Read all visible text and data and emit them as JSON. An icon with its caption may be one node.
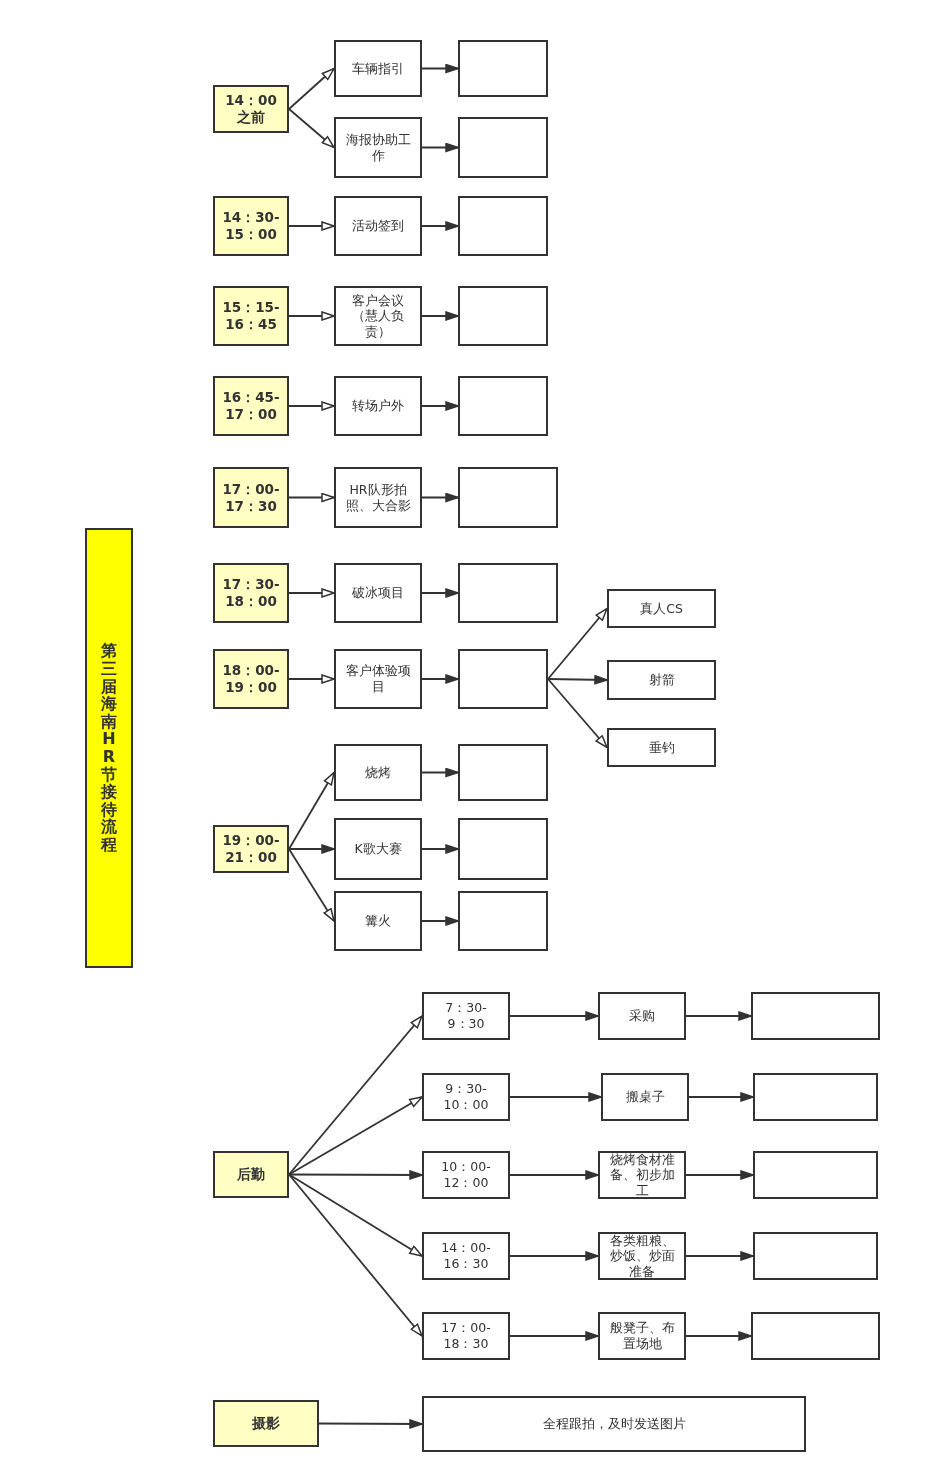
{
  "diagram": {
    "nodes": [
      {
        "text": [
          "第三届海南HR节接待流程"
        ]
      },
      {
        "text": [
          "14：00之前"
        ]
      },
      {
        "text": [
          "车辆指引"
        ]
      },
      {
        "text": [],
        "shape": "box"
      },
      {
        "text": [
          "海报协助工作"
        ]
      },
      {
        "text": [],
        "shape": "box"
      },
      {
        "text": [
          "14：30-15：00"
        ]
      },
      {
        "text": [
          "活动签到"
        ]
      },
      {
        "text": [],
        "shape": "box"
      },
      {
        "text": [
          "15：15-16：45"
        ]
      },
      {
        "text": [
          "客户会议（慧人负责）"
        ]
      },
      {
        "text": [],
        "shape": "box"
      },
      {
        "text": [
          "16：45-17：00"
        ]
      },
      {
        "text": [
          "转场户外"
        ]
      },
      {
        "text": [],
        "shape": "box"
      },
      {
        "text": [
          "17：00-17：30"
        ]
      },
      {
        "text": [
          "HR队形拍照、大合影"
        ]
      },
      {
        "text": [],
        "shape": "box"
      },
      {
        "text": [
          "17：30-18：00"
        ]
      },
      {
        "text": [
          "破冰项目"
        ]
      },
      {
        "text": [],
        "shape": "box"
      },
      {
        "text": [
          "真人CS"
        ]
      },
      {
        "text": [
          "18：00-19：00"
        ]
      },
      {
        "text": [
          "客户体验项目"
        ]
      },
      {
        "text": [],
        "shape": "box"
      },
      {
        "text": [
          "射箭"
        ]
      },
      {
        "text": [
          "垂钓"
        ]
      },
      {
        "text": [
          "烧烤"
        ]
      },
      {
        "text": [],
        "shape": "box"
      },
      {
        "text": [
          "19：00-21：00"
        ]
      },
      {
        "text": [
          "K歌大赛"
        ]
      },
      {
        "text": [],
        "shape": "box"
      },
      {
        "text": [
          "篝火"
        ]
      },
      {
        "text": [],
        "shape": "box"
      },
      {
        "text": [
          "后勤"
        ]
      },
      {
        "text": [
          "7：30-9：30"
        ]
      },
      {
        "text": [
          "采购"
        ]
      },
      {
        "text": [],
        "shape": "box"
      },
      {
        "text": [
          "9：30-10：00"
        ]
      },
      {
        "text": [
          "搬桌子"
        ]
      },
      {
        "text": [],
        "shape": "box"
      },
      {
        "text": [
          "10：00-12：00"
        ]
      },
      {
        "text": [
          "烧烤食材准备、初步加工"
        ]
      },
      {
        "text": [],
        "shape": "box"
      },
      {
        "text": [
          "14：00-16：30"
        ]
      },
      {
        "text": [
          "各类粗粮、炒饭、炒面准备"
        ]
      },
      {
        "text": [],
        "shape": "box"
      },
      {
        "text": [
          "17：00-18：30"
        ]
      },
      {
        "text": [
          "般凳子、布置场地"
        ]
      },
      {
        "text": [],
        "shape": "box"
      },
      {
        "text": [
          "摄影"
        ]
      },
      {
        "text": [
          "全程跟拍，及时发送图片"
        ]
      }
    ],
    "edges": [
      {
        "from": 1,
        "to": 2,
        "arrow": "to"
      },
      {
        "from": 1,
        "to": 4,
        "arrow": "to"
      },
      {
        "from": 2,
        "to": 3,
        "arrow": "to"
      },
      {
        "from": 4,
        "to": 5,
        "arrow": "to"
      },
      {
        "from": 6,
        "to": 7,
        "arrow": "to"
      },
      {
        "from": 7,
        "to": 8,
        "arrow": "to"
      },
      {
        "from": 9,
        "to": 10,
        "arrow": "to"
      },
      {
        "from": 10,
        "to": 11,
        "arrow": "to"
      },
      {
        "from": 12,
        "to": 13,
        "arrow": "to"
      },
      {
        "from": 13,
        "to": 14,
        "arrow": "to"
      },
      {
        "from": 15,
        "to": 16,
        "arrow": "to"
      },
      {
        "from": 16,
        "to": 17,
        "arrow": "to"
      },
      {
        "from": 18,
        "to": 19,
        "arrow": "to"
      },
      {
        "from": 19,
        "to": 20,
        "arrow": "to"
      },
      {
        "from": 22,
        "to": 23,
        "arrow": "to"
      },
      {
        "from": 23,
        "to": 24,
        "arrow": "to"
      },
      {
        "from": 24,
        "to": 21,
        "arrow": "to"
      },
      {
        "from": 24,
        "to": 25,
        "arrow": "to"
      },
      {
        "from": 24,
        "to": 26,
        "arrow": "to"
      },
      {
        "from": 29,
        "to": 27,
        "arrow": "to"
      },
      {
        "from": 29,
        "to": 30,
        "arrow": "to"
      },
      {
        "from": 29,
        "to": 32,
        "arrow": "to"
      },
      {
        "from": 27,
        "to": 28,
        "arrow": "to"
      },
      {
        "from": 30,
        "to": 31,
        "arrow": "to"
      },
      {
        "from": 32,
        "to": 33,
        "arrow": "to"
      },
      {
        "from": 34,
        "to": 35,
        "arrow": "to"
      },
      {
        "from": 34,
        "to": 38,
        "arrow": "to"
      },
      {
        "from": 34,
        "to": 41,
        "arrow": "to"
      },
      {
        "from": 34,
        "to": 44,
        "arrow": "to"
      },
      {
        "from": 34,
        "to": 47,
        "arrow": "to"
      },
      {
        "from": 35,
        "to": 36,
        "arrow": "to"
      },
      {
        "from": 36,
        "to": 37,
        "arrow": "to"
      },
      {
        "from": 38,
        "to": 39,
        "arrow": "to"
      },
      {
        "from": 39,
        "to": 40,
        "arrow": "to"
      },
      {
        "from": 41,
        "to": 42,
        "arrow": "to"
      },
      {
        "from": 42,
        "to": 43,
        "arrow": "to"
      },
      {
        "from": 44,
        "to": 45,
        "arrow": "to"
      },
      {
        "from": 45,
        "to": 46,
        "arrow": "to"
      },
      {
        "from": 47,
        "to": 48,
        "arrow": "to"
      },
      {
        "from": 48,
        "to": 49,
        "arrow": "to"
      },
      {
        "from": 50,
        "to": 51,
        "arrow": "to"
      }
    ]
  }
}
